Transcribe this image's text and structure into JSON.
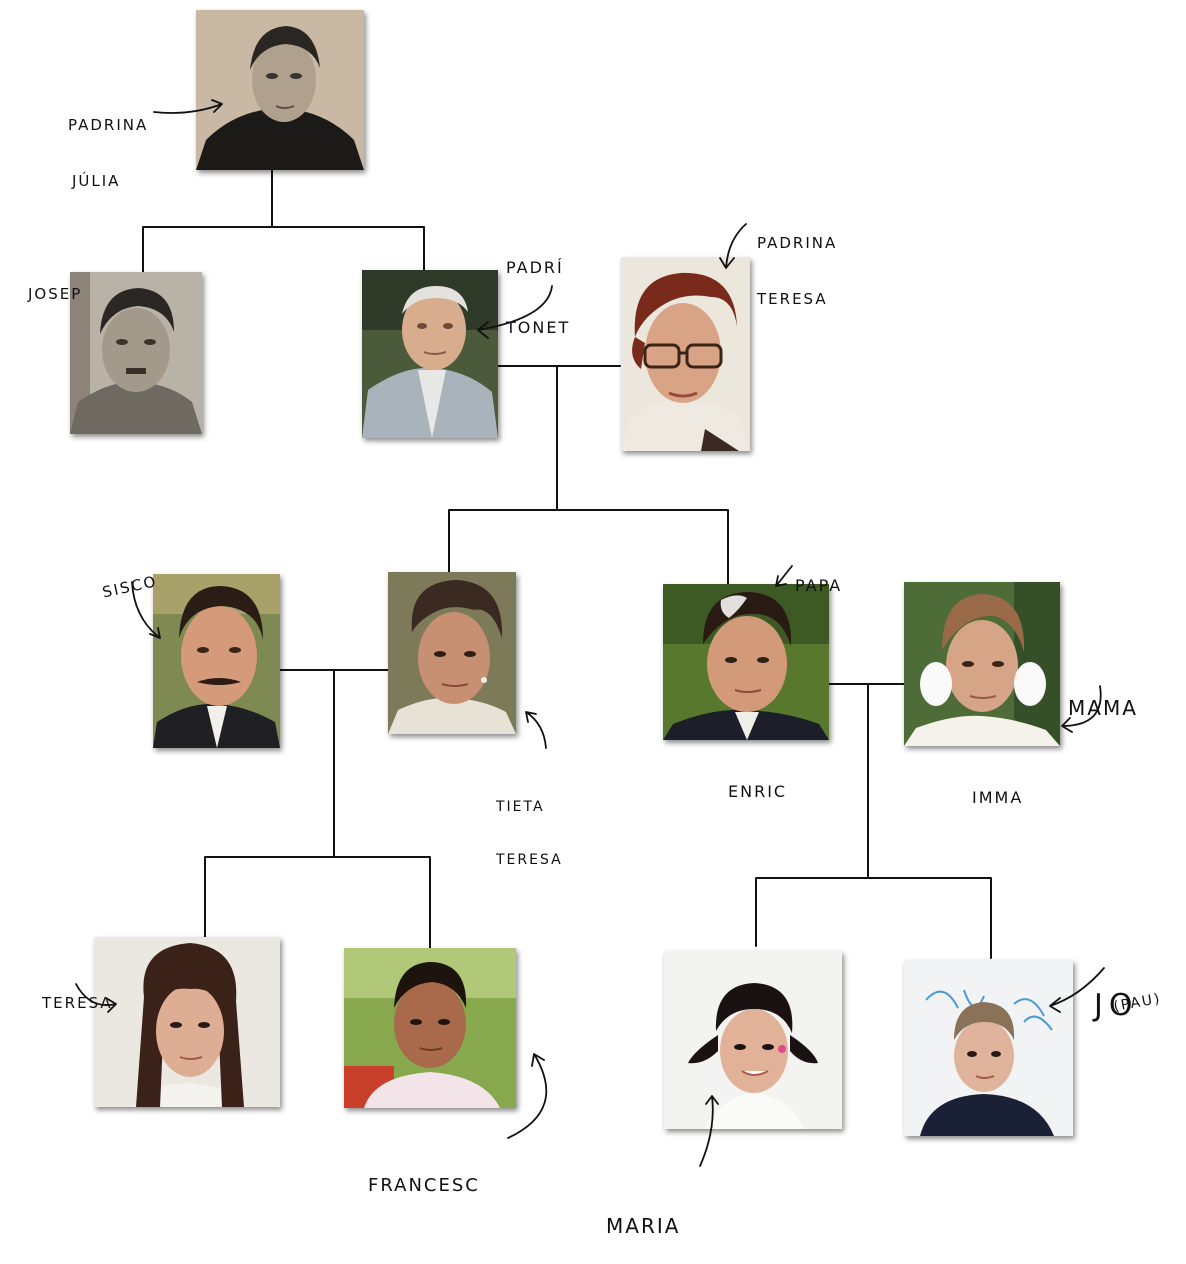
{
  "labels": {
    "padrina_julia": [
      "PADRINA",
      "JÚLIA"
    ],
    "josep": [
      "JOSEP"
    ],
    "padri_tonet": [
      "PADRÍ",
      "TONET"
    ],
    "padrina_teresa": [
      "PADRINA",
      "TERESA"
    ],
    "sisco": [
      "SISCO"
    ],
    "tieta_teresa": [
      "TIETA",
      "TERESA"
    ],
    "papa": [
      "PAPA"
    ],
    "enric": [
      "ENRIC"
    ],
    "mama": [
      "MAMA"
    ],
    "imma": [
      "IMMA"
    ],
    "teresa": [
      "TERESA"
    ],
    "francesc": [
      "FRANCESC"
    ],
    "maria": [
      "MARIA"
    ],
    "jo": [
      "JO"
    ],
    "pau": [
      "(PAU)"
    ]
  },
  "colors": {
    "line": "#111111",
    "background": "#ffffff"
  }
}
